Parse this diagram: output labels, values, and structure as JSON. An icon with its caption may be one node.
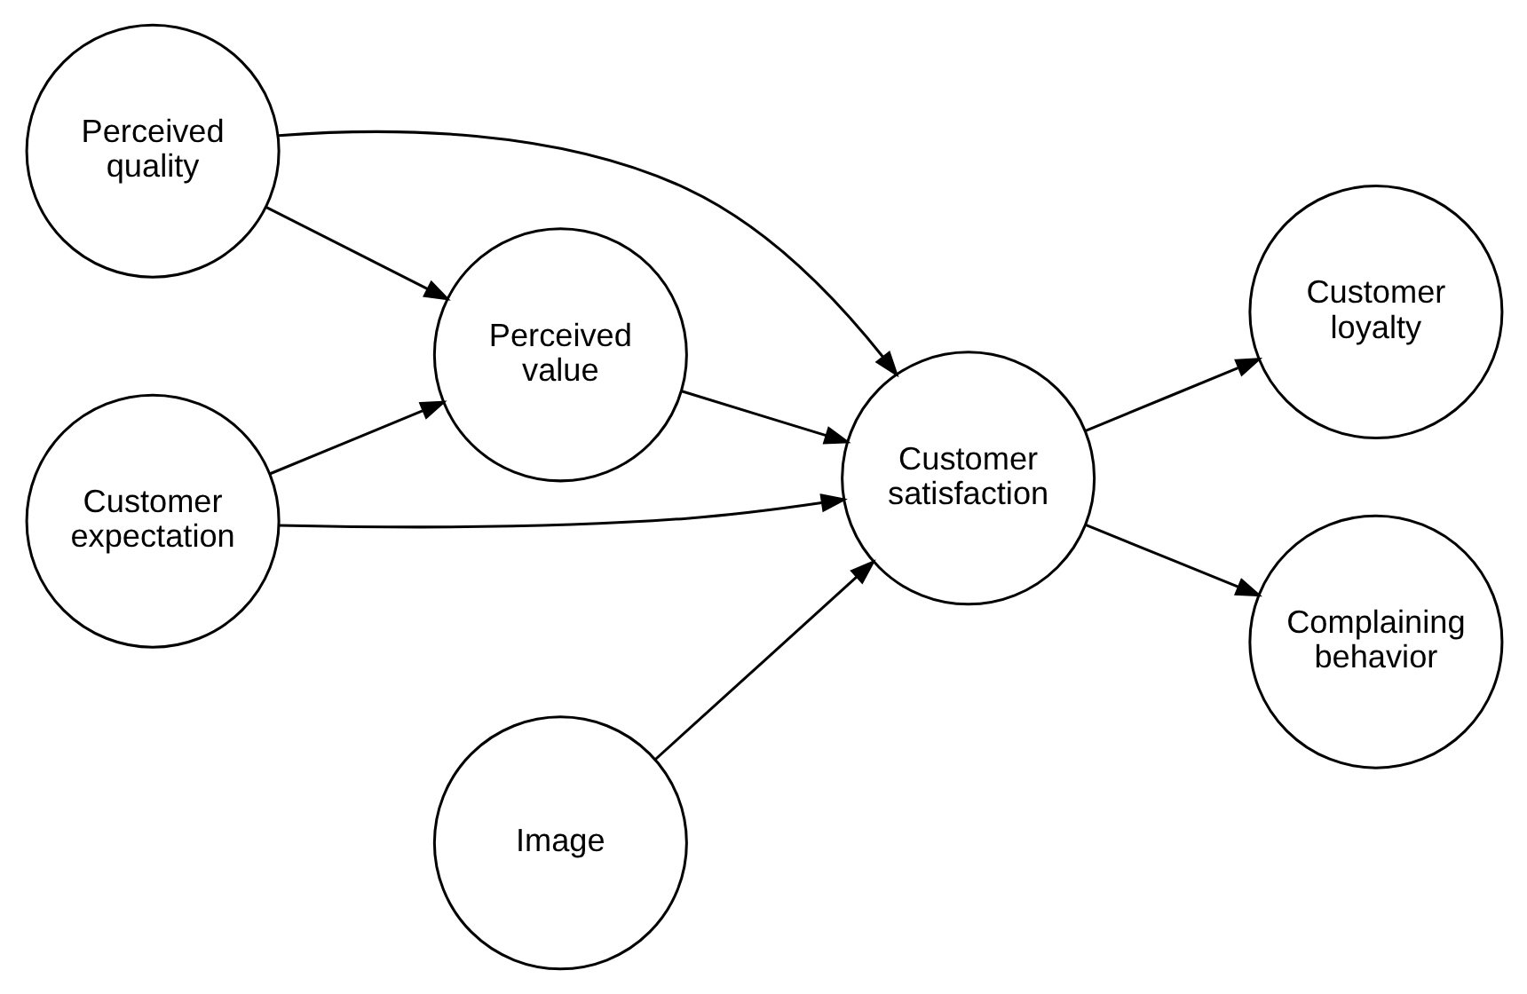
{
  "diagram": {
    "nodes": [
      {
        "text": [
          "Perceived quality"
        ]
      },
      {
        "text": [
          "Customer satisfaction"
        ]
      },
      {
        "text": [
          "Customer loyalty"
        ]
      },
      {
        "text": [
          "Perceived value"
        ]
      },
      {
        "text": [
          "Complaining behavior"
        ]
      },
      {
        "text": [
          "Image"
        ]
      },
      {
        "text": [
          "Customer expectation"
        ]
      }
    ],
    "edges": [
      {
        "from": 0,
        "to": 1,
        "arrow": "to"
      },
      {
        "from": 0,
        "to": 3,
        "arrow": "to"
      },
      {
        "from": 3,
        "to": 1,
        "arrow": "to"
      },
      {
        "from": 5,
        "to": 1,
        "arrow": "to"
      },
      {
        "from": 6,
        "to": 1,
        "arrow": "to"
      },
      {
        "from": 6,
        "to": 3,
        "arrow": "to"
      },
      {
        "from": 1,
        "to": 2,
        "arrow": "to"
      },
      {
        "from": 1,
        "to": 4,
        "arrow": "to"
      }
    ]
  }
}
